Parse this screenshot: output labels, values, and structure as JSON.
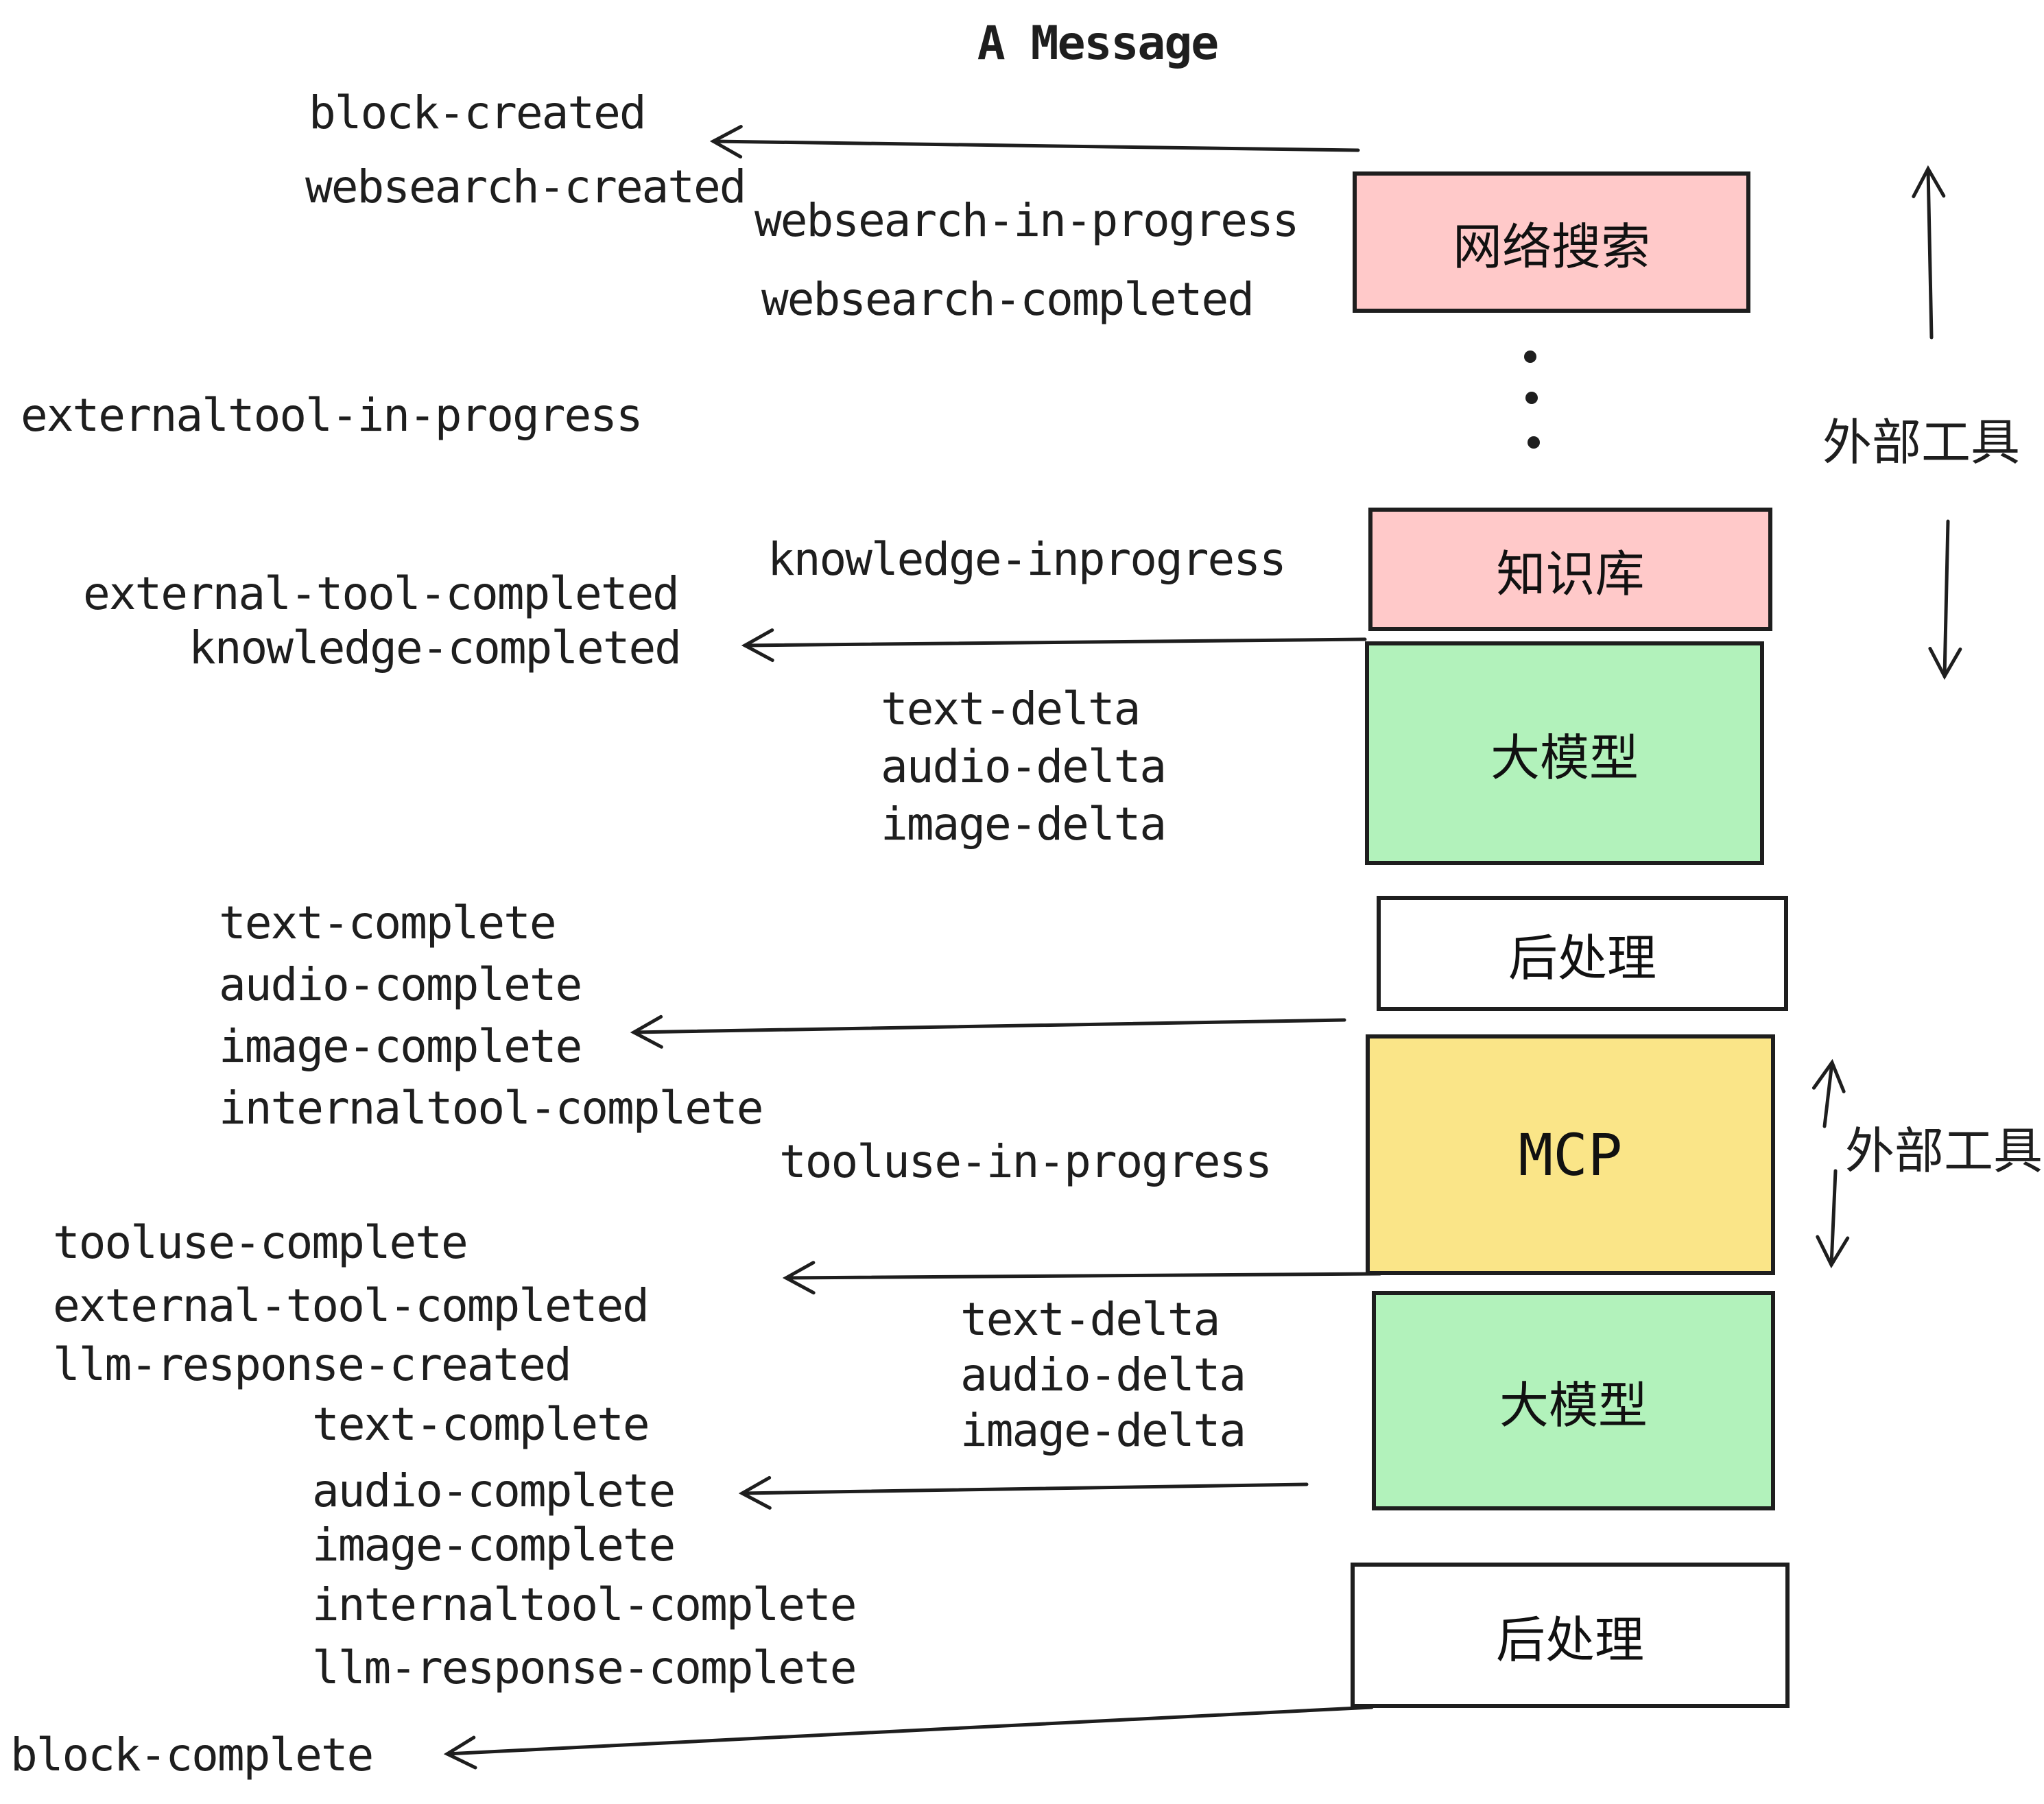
{
  "title": "A Message",
  "colors": {
    "pink": "#ffc9c9",
    "green": "#b2f2bb",
    "yellow": "#fae588",
    "white": "#ffffff",
    "stroke": "#1e1e1e"
  },
  "boxes": {
    "websearch": "网络搜索",
    "knowledge": "知识库",
    "llm": "大模型",
    "post": "后处理",
    "mcp": "MCP"
  },
  "side": {
    "external_tools": "外部工具"
  },
  "events": {
    "block_created": "block-created",
    "websearch_created": "websearch-created",
    "websearch_in_progress": "websearch-in-progress",
    "websearch_completed": "websearch-completed",
    "externaltool_in_progress": "externaltool-in-progress",
    "knowledge_inprogress": "knowledge-inprogress",
    "external_tool_completed": "external-tool-completed",
    "knowledge_completed": "knowledge-completed",
    "text_delta": "text-delta",
    "audio_delta": "audio-delta",
    "image_delta": "image-delta",
    "text_complete": "text-complete",
    "audio_complete": "audio-complete",
    "image_complete": "image-complete",
    "internaltool_complete": "internaltool-complete",
    "tooluse_in_progress": "tooluse-in-progress",
    "tooluse_complete": "tooluse-complete",
    "llm_response_created": "llm-response-created",
    "llm_response_complete": "llm-response-complete",
    "block_complete": "block-complete"
  }
}
